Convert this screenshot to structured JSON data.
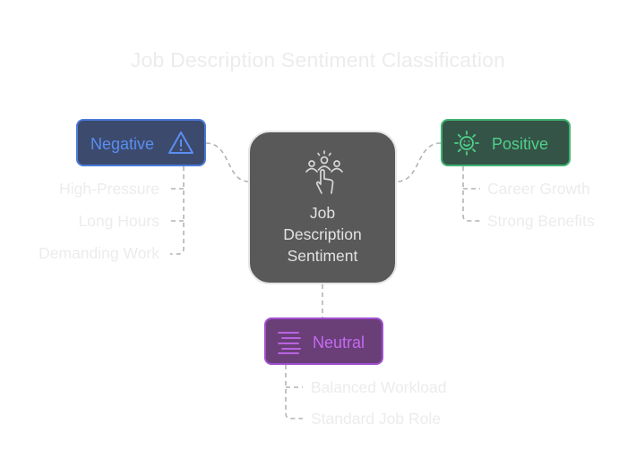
{
  "title": "Job Description Sentiment Classification",
  "center": {
    "lines": [
      "Job",
      "Description",
      "Sentiment"
    ],
    "icon": "pointing-hand-group-icon"
  },
  "negative": {
    "label": "Negative",
    "icon": "warning-triangle-icon",
    "accent": "#4a7ad8",
    "items": [
      "High-Pressure",
      "Long Hours",
      "Demanding Work"
    ]
  },
  "positive": {
    "label": "Positive",
    "icon": "sun-smile-icon",
    "accent": "#3fb36f",
    "items": [
      "Career Growth",
      "Strong Benefits"
    ]
  },
  "neutral": {
    "label": "Neutral",
    "icon": "lines-icon",
    "accent": "#a04fd0",
    "items": [
      "Balanced Workload",
      "Standard Job Role"
    ]
  }
}
